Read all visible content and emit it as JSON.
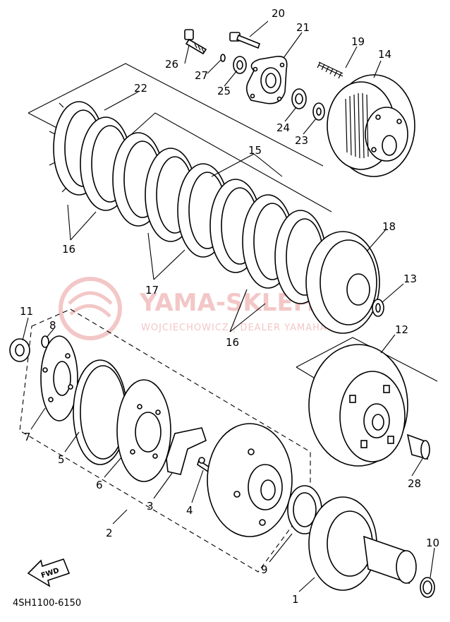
{
  "diagram": {
    "part_code": "4SH1100-6150",
    "fwd_label": "FWD",
    "watermark": {
      "brand": "YAMA-SKLEP.PL",
      "subtitle": "WOJCIECHOWICZ | DEALER YAMAHA"
    },
    "callouts": [
      "20",
      "21",
      "19",
      "14",
      "26",
      "27",
      "25",
      "24",
      "23",
      "22",
      "15",
      "16",
      "18",
      "13",
      "17",
      "16",
      "11",
      "8",
      "12",
      "7",
      "5",
      "6",
      "3",
      "4",
      "28",
      "2",
      "9",
      "10",
      "1"
    ]
  }
}
